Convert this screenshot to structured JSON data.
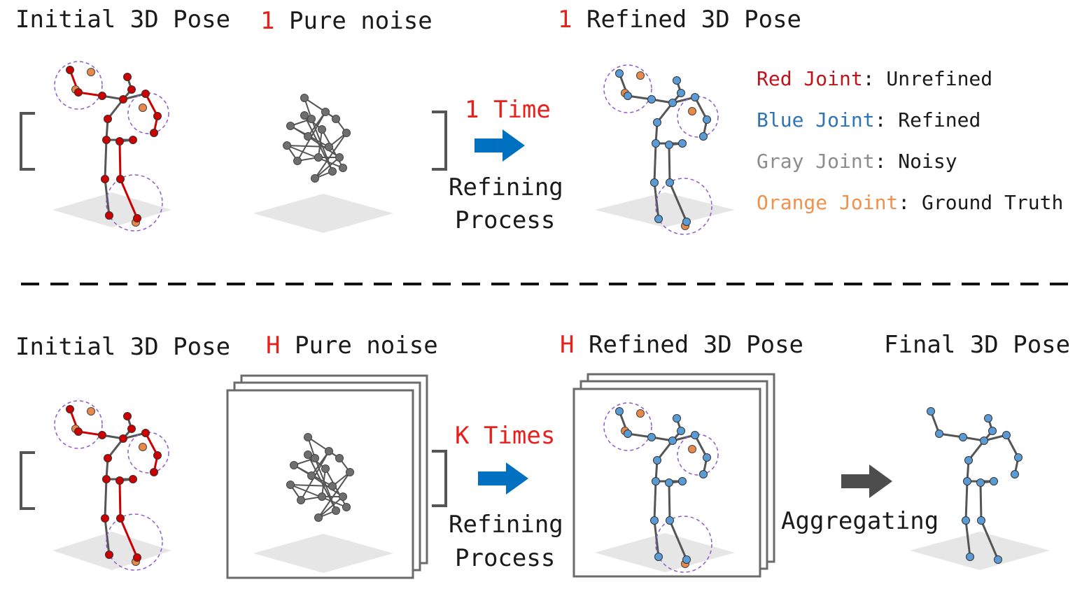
{
  "top": {
    "initial_label": "Initial 3D Pose",
    "noise_count": "1",
    "noise_label": "Pure noise",
    "refined_count": "1",
    "refined_label": "Refined 3D Pose",
    "times": "1 Time",
    "process_line1": "Refining",
    "process_line2": "Process"
  },
  "legend": [
    {
      "name": "Red Joint",
      "desc": ": Unrefined",
      "color": "#c0141c"
    },
    {
      "name": "Blue Joint",
      "desc": ": Refined",
      "color": "#2e75b6"
    },
    {
      "name": "Gray Joint",
      "desc": ": Noisy",
      "color": "#8c8c8c"
    },
    {
      "name": "Orange Joint",
      "desc": ": Ground Truth",
      "color": "#f0924e"
    }
  ],
  "bottom": {
    "initial_label": "Initial 3D Pose",
    "noise_count": "H",
    "noise_label": "Pure noise",
    "refined_count": "H",
    "refined_label": "Refined 3D Pose",
    "final_label": "Final 3D Pose",
    "times": "K Times",
    "process_line1": "Refining",
    "process_line2": "Process",
    "aggregate_label": "Aggregating"
  },
  "colors": {
    "red_joint": "#cc0000",
    "blue_joint": "#5b9bd5",
    "gray_joint": "#6e6e6e",
    "orange_joint": "#e8894a",
    "bone": "#555555",
    "arrow_blue": "#0070c0",
    "arrow_dark": "#4d4d4d",
    "circle_dashed": "#8e5cc9"
  }
}
